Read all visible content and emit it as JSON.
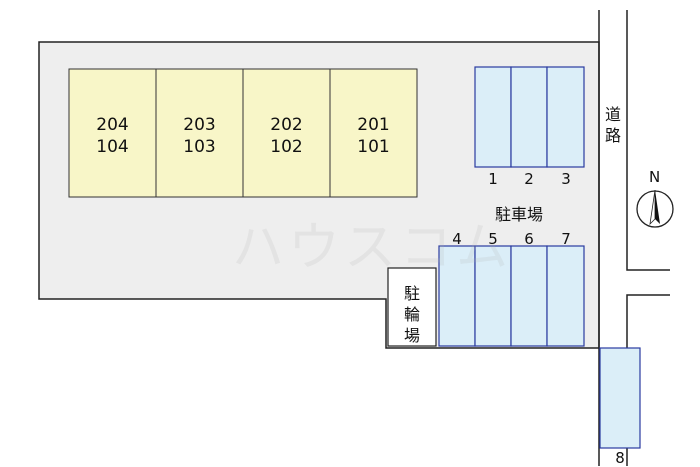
{
  "colors": {
    "lot_fill": "#eeeeee",
    "building_fill": "#f8f6c8",
    "parking_fill": "#dbeef8",
    "parking_border": "#2a3aa0",
    "line": "#222222"
  },
  "buildings": [
    {
      "upper": "204",
      "lower": "104"
    },
    {
      "upper": "203",
      "lower": "103"
    },
    {
      "upper": "202",
      "lower": "102"
    },
    {
      "upper": "201",
      "lower": "101"
    }
  ],
  "parking": {
    "label": "駐車場",
    "spaces_top": [
      "1",
      "2",
      "3"
    ],
    "spaces_bottom": [
      "4",
      "5",
      "6",
      "7"
    ],
    "space_extra": "8"
  },
  "bike_parking": {
    "label": "駐輪場"
  },
  "road": {
    "label": "道路"
  },
  "compass": {
    "north": "N"
  },
  "watermark": "ハウスコム"
}
